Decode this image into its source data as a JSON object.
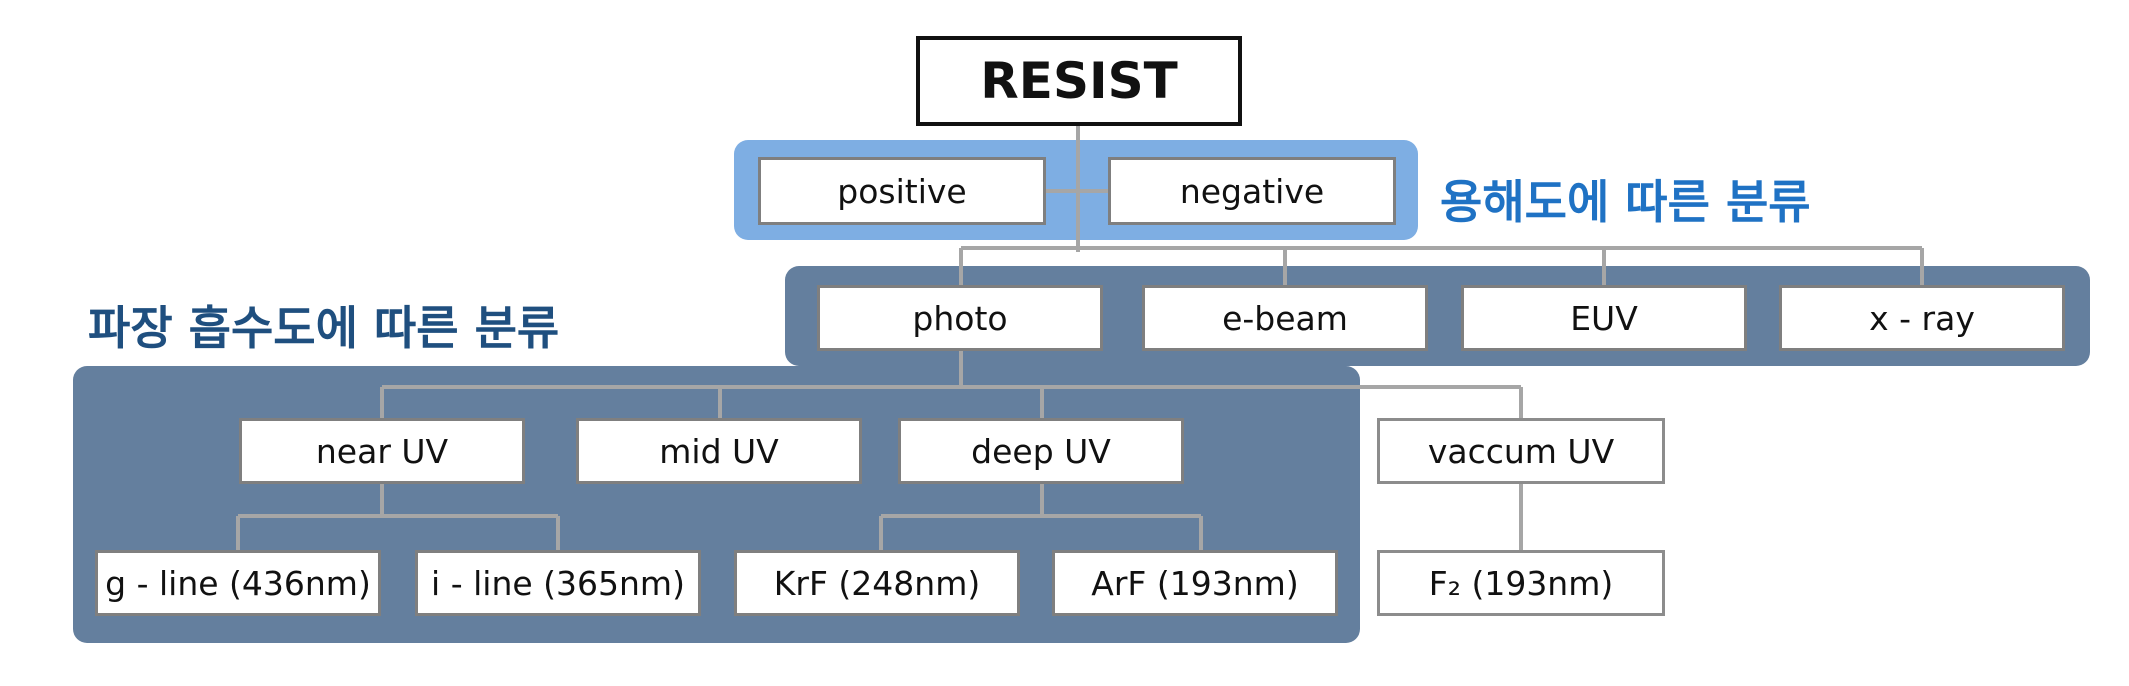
{
  "diagram": {
    "root": "RESIST",
    "solubility": {
      "label": "용해도에 따른 분류",
      "items": [
        "positive",
        "negative"
      ]
    },
    "absorption": {
      "label": "파장 흡수도에 따른 분류",
      "sources": [
        "photo",
        "e-beam",
        "EUV",
        "x - ray"
      ],
      "uv_bands": [
        "near UV",
        "mid UV",
        "deep UV"
      ],
      "vacuum_uv": "vaccum UV",
      "near_uv_lines": [
        "g - line (436nm)",
        "i - line (365nm)"
      ],
      "deep_uv_lasers": [
        "KrF (248nm)",
        "ArF (193nm)"
      ],
      "vacuum_uv_laser": "F₂ (193nm)"
    },
    "colors": {
      "solubility_panel": "#7eaee3",
      "absorption_panel": "#647f9e",
      "solubility_label": "#1f72c4",
      "absorption_label": "#1f4f7f",
      "connector": "#a6a6a6"
    }
  }
}
